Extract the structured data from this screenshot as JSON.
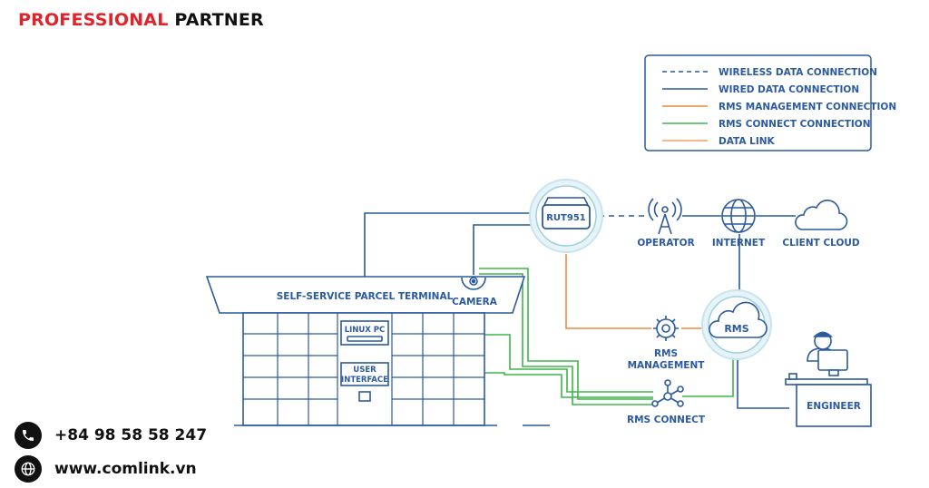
{
  "brand": {
    "part1": "PROFESSIONAL",
    "part2": "PARTNER"
  },
  "contact": {
    "phone": "+84 98 58 58 247",
    "website": "www.comlink.vn",
    "phone_icon": "phone-icon",
    "web_icon": "globe-icon"
  },
  "legend": {
    "items": [
      {
        "label": "WIRELESS DATA CONNECTION",
        "style": "dashed",
        "color": "#2b5a9e"
      },
      {
        "label": "WIRED DATA CONNECTION",
        "style": "solid",
        "color": "#2b5a9e"
      },
      {
        "label": "RMS MANAGEMENT CONNECTION",
        "style": "solid",
        "color": "#f08a3c"
      },
      {
        "label": "RMS CONNECT CONNECTION",
        "style": "solid",
        "color": "#3db54a"
      },
      {
        "label": "DATA LINK",
        "style": "solid",
        "color": "#f0a070"
      }
    ]
  },
  "nodes": {
    "router": "RUT951",
    "operator": "OPERATOR",
    "internet": "INTERNET",
    "client_cloud": "CLIENT CLOUD",
    "rms": "RMS",
    "rms_management_1": "RMS",
    "rms_management_2": "MANAGEMENT",
    "rms_connect": "RMS CONNECT",
    "terminal": "SELF-SERVICE PARCEL TERMINAL",
    "camera": "CAMERA",
    "linux_pc": "LINUX PC",
    "user_interface_1": "USER",
    "user_interface_2": "INTERFACE",
    "engineer": "ENGINEER"
  },
  "colors": {
    "blue": "#2b5a9e",
    "orange": "#f08a3c",
    "green": "#3db54a",
    "halo": "#d6ecf3",
    "brand_red": "#e0242b"
  }
}
